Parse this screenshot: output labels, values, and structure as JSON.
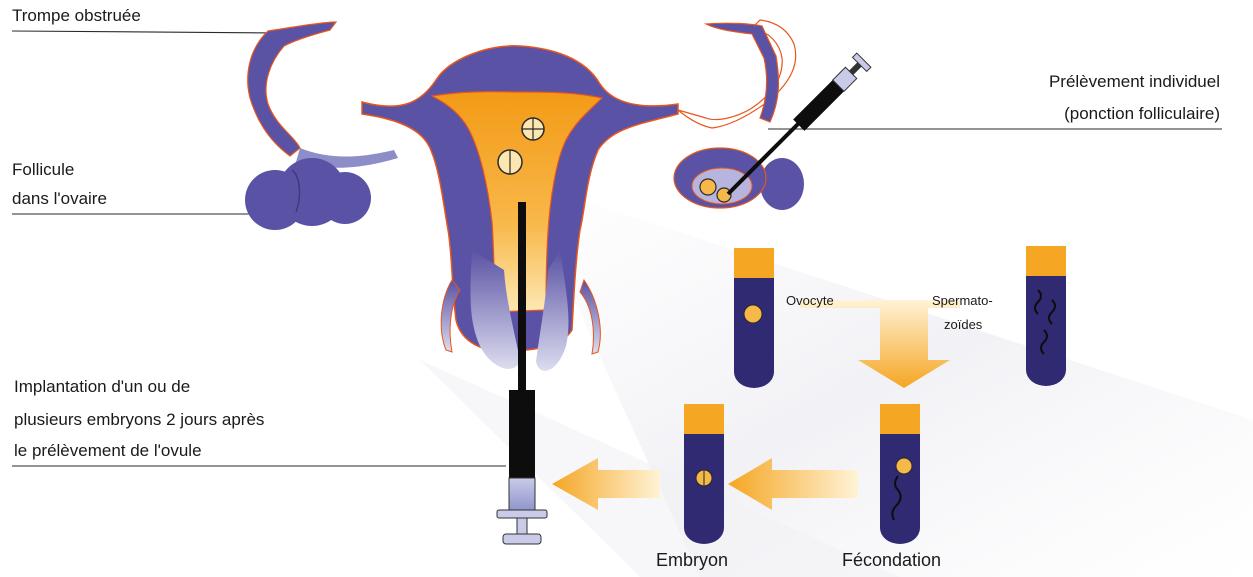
{
  "labels": {
    "trompe": "Trompe obstruée",
    "follicule": [
      "Follicule",
      "dans l'ovaire"
    ],
    "prelevement": [
      "Prélèvement individuel",
      "(ponction folliculaire)"
    ],
    "implantation": [
      "Implantation d'un ou de",
      "plusieurs embryons 2 jours après",
      "le prélèvement de l'ovule"
    ],
    "ovocyte": "Ovocyte",
    "spermatozoides": [
      "Spermato-",
      "zoïdes"
    ],
    "embryon": "Embryon",
    "fecondation": "Fécondation"
  },
  "colors": {
    "tissue": "#5a52a4",
    "tissue_light": "#8d8ec8",
    "cavity": "#f5a623",
    "cavity_light": "#fde3a0",
    "outline": "#e8561c",
    "tube_fill": "#2f2a72",
    "arrow": "#f6b53c",
    "syringe": "#0d0d0d",
    "line": "#2a2a2a"
  },
  "icons": [
    "syringe-icon",
    "test-tube-icon",
    "arrow-icon"
  ]
}
